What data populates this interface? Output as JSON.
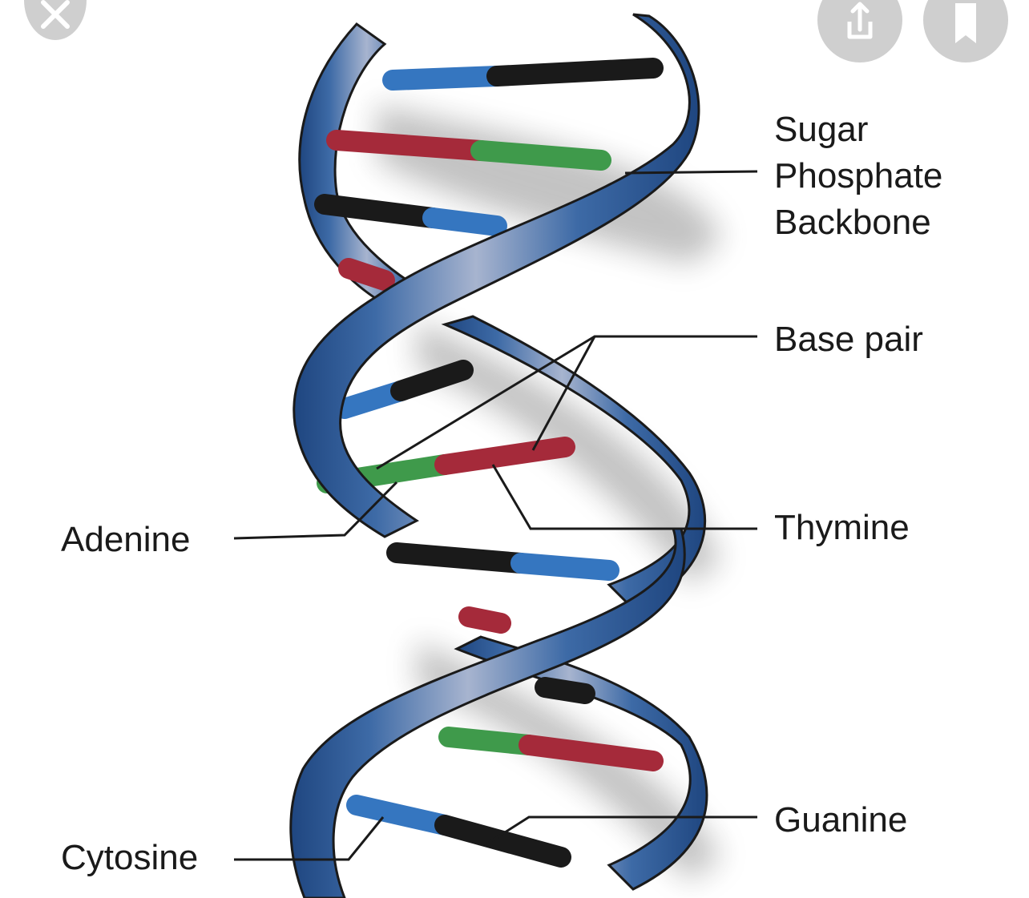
{
  "labels": {
    "backbone": [
      "Sugar",
      "Phosphate",
      "Backbone"
    ],
    "base_pair": "Base pair",
    "thymine": "Thymine",
    "adenine": "Adenine",
    "guanine": "Guanine",
    "cytosine": "Cytosine"
  },
  "colors": {
    "ribbon": "#3d6aa6",
    "ribbon_dark": "#1f4680",
    "ribbon_light": "#a7b4cf",
    "adenine": "#3f9a4b",
    "thymine": "#a52a3a",
    "guanine": "#1a1a1a",
    "cytosine": "#3576c0",
    "button": "#cfcfcf"
  },
  "controls": {
    "close_icon": "close-icon",
    "share_icon": "share-icon",
    "bookmark_icon": "bookmark-icon"
  }
}
